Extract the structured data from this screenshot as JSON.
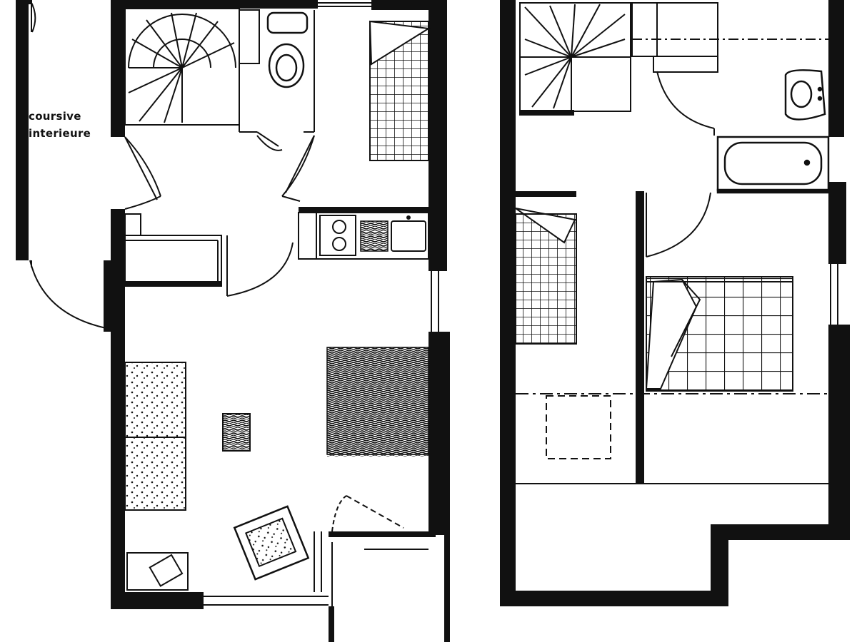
{
  "diagram": {
    "kind": "architectural floor plan",
    "labels": {
      "corridor_line1": "coursive",
      "corridor_line2": "interieure"
    },
    "colors": {
      "wall": "#111111",
      "line": "#1a1a1a",
      "paper": "#ffffff"
    }
  }
}
